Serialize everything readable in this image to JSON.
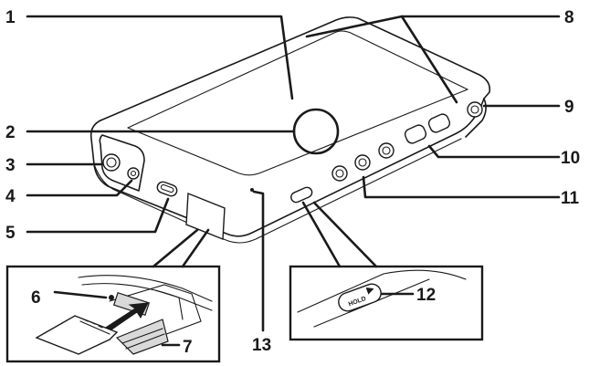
{
  "callouts": [
    {
      "id": "1",
      "label": "1"
    },
    {
      "id": "2",
      "label": "2"
    },
    {
      "id": "3",
      "label": "3"
    },
    {
      "id": "4",
      "label": "4"
    },
    {
      "id": "5",
      "label": "5"
    },
    {
      "id": "6",
      "label": "6"
    },
    {
      "id": "7",
      "label": "7"
    },
    {
      "id": "8",
      "label": "8"
    },
    {
      "id": "9",
      "label": "9"
    },
    {
      "id": "10",
      "label": "10"
    },
    {
      "id": "11",
      "label": "11"
    },
    {
      "id": "12",
      "label": "12"
    },
    {
      "id": "13",
      "label": "13"
    }
  ],
  "hold_switch_text": "HOLD"
}
